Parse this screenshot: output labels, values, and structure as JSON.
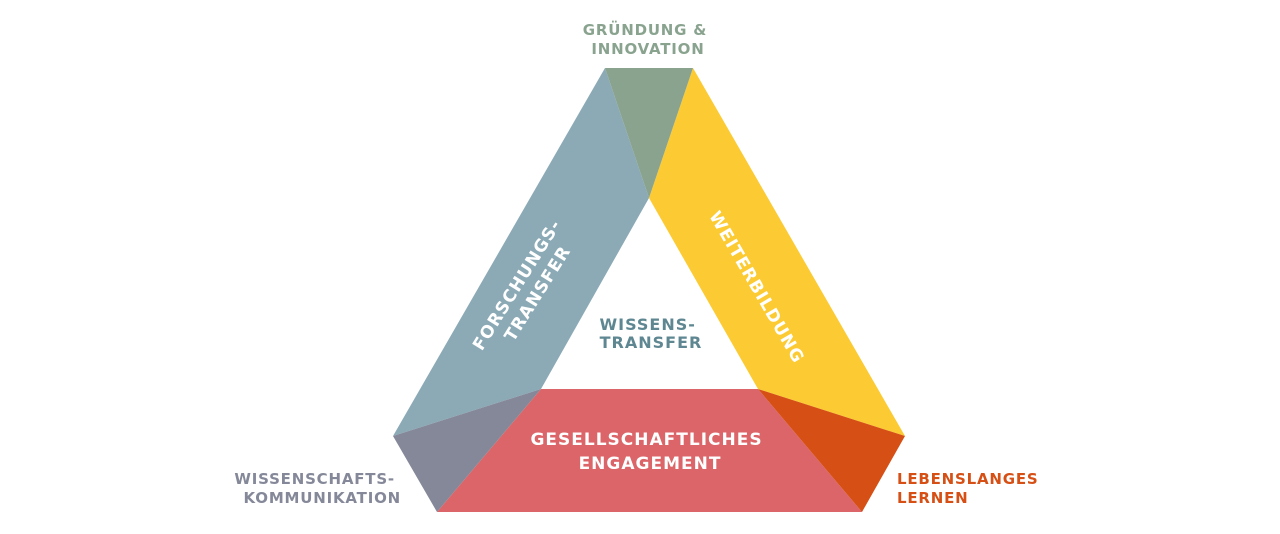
{
  "colors": {
    "forschungstransfer": "#8BAAB6",
    "weiterbildung": "#FCCB33",
    "engagement": "#DB6568",
    "gruendung": "#89A38F",
    "kommunikation": "#848898",
    "lebenslang": "#D64F14",
    "center_text": "#5E8792",
    "background": "#FFFFFF"
  },
  "center": {
    "line1": "WISSENS-",
    "line2": "TRANSFER"
  },
  "bands": {
    "left": {
      "line1": "FORSCHUNGS-",
      "line2": "TRANSFER"
    },
    "right": {
      "line1": "WEITERBILDUNG"
    },
    "bottom": {
      "line1": "GESELLSCHAFTLICHES",
      "line2": "ENGAGEMENT"
    }
  },
  "corners": {
    "top": {
      "line1": "GRÜNDUNG &",
      "line2": "INNOVATION"
    },
    "left": {
      "line1": "WISSENSCHAFTS-",
      "line2": "KOMMUNIKATION"
    },
    "right": {
      "line1": "LEBENSLANGES",
      "line2": "LERNEN"
    }
  }
}
